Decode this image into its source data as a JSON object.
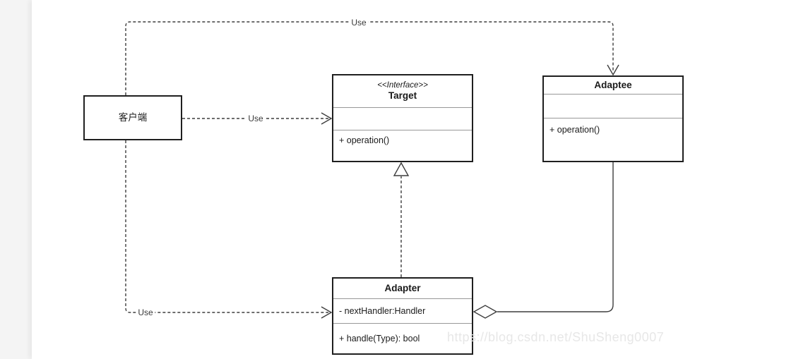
{
  "diagram": {
    "kind": "uml-class-diagram",
    "pattern": "Adapter"
  },
  "classes": {
    "client": {
      "name": "客户端"
    },
    "target": {
      "stereotype": "<<Interface>>",
      "name": "Target",
      "attributes": [],
      "operations": [
        "+ operation()"
      ]
    },
    "adaptee": {
      "name": "Adaptee",
      "attributes": [],
      "operations": [
        "+ operation()"
      ]
    },
    "adapter": {
      "name": "Adapter",
      "attributes": [
        "- nextHandler:Handler"
      ],
      "operations": [
        "+ handle(Type): bool"
      ]
    }
  },
  "relationships": [
    {
      "type": "dependency",
      "label": "Use",
      "from": "客户端",
      "to": "Adaptee",
      "line": "dashed-open-arrow"
    },
    {
      "type": "dependency",
      "label": "Use",
      "from": "客户端",
      "to": "Target",
      "line": "dashed-open-arrow"
    },
    {
      "type": "dependency",
      "label": "Use",
      "from": "客户端",
      "to": "Adapter",
      "line": "dashed-open-arrow"
    },
    {
      "type": "realization",
      "label": "",
      "from": "Adapter",
      "to": "Target",
      "line": "dashed-hollow-triangle"
    },
    {
      "type": "aggregation",
      "label": "",
      "from": "Adapter",
      "to": "Adaptee",
      "line": "solid-hollow-diamond"
    }
  ],
  "watermark": {
    "text": "https://blog.csdn.net/ShuSheng0007"
  },
  "colors": {
    "page_margin": "#f4f4f4",
    "canvas": "#ffffff",
    "box_border": "#1f1f1f",
    "divider": "#989898",
    "line": "#3d3d3d",
    "text": "#1a1a1a",
    "watermark": "#e7e7e7"
  }
}
